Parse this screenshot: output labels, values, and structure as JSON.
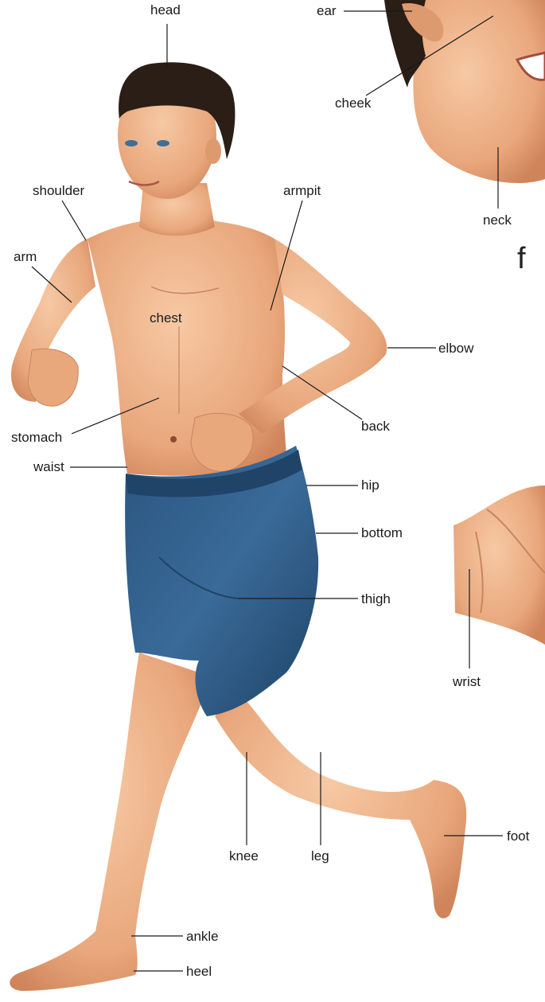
{
  "labels": {
    "head": "head",
    "ear": "ear",
    "cheek": "cheek",
    "neck": "neck",
    "shoulder": "shoulder",
    "armpit": "armpit",
    "arm": "arm",
    "chest": "chest",
    "elbow": "elbow",
    "back": "back",
    "stomach": "stomach",
    "waist": "waist",
    "hip": "hip",
    "bottom": "bottom",
    "thigh": "thigh",
    "wrist": "wrist",
    "knee": "knee",
    "leg": "leg",
    "foot": "foot",
    "ankle": "ankle",
    "heel": "heel"
  },
  "partial_text": "f",
  "colors": {
    "skin": "#ecae84",
    "skin_shade": "#d38b5f",
    "hair": "#2a1e16",
    "shorts": "#2e5b86",
    "shorts_shade": "#1f4468",
    "leader_line": "#1a1a1a"
  }
}
